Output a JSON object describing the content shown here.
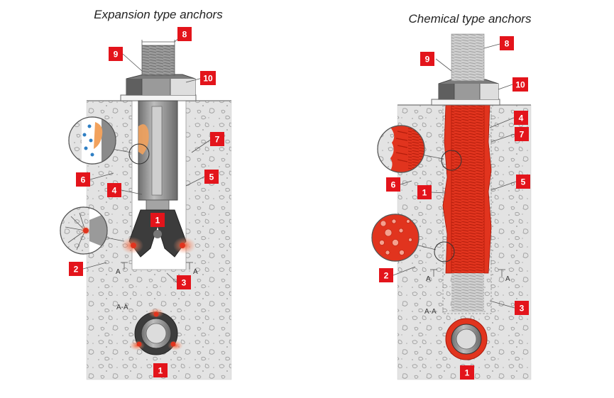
{
  "titles": {
    "expansion": "Expansion type anchors",
    "chemical": "Chemical type anchors"
  },
  "section": {
    "arrow_label": "A",
    "cut_label": "A-A"
  },
  "callouts": {
    "expansion": [
      "9",
      "8",
      "10",
      "7",
      "6",
      "5",
      "4",
      "1",
      "2",
      "3",
      "1"
    ],
    "chemical": [
      "9",
      "8",
      "10",
      "4",
      "7",
      "6",
      "1",
      "5",
      "2",
      "3",
      "1"
    ]
  },
  "colors": {
    "concrete": "#e3e3e3",
    "steel": "#8e8e8e",
    "resin": "#e1341e",
    "badge": "#e3141b",
    "glow": "#f08a5d"
  }
}
